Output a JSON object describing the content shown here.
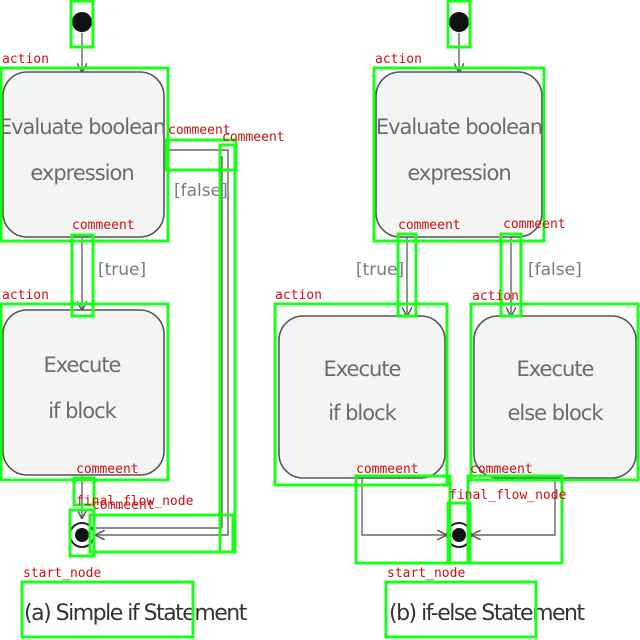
{
  "diagrams": [
    {
      "caption": "(a) Simple if Statement",
      "actions": [
        "Evaluate boolean expression",
        "Execute if block"
      ],
      "guards": {
        "true": "[true]",
        "false": "[false]"
      }
    },
    {
      "caption": "(b) if-else Statement",
      "actions": [
        "Evaluate boolean expression",
        "Execute if block",
        "Execute else block"
      ],
      "guards": {
        "true": "[true]",
        "false": "[false]"
      }
    }
  ],
  "text": {
    "a_eval_l1": "Evaluate boolean",
    "a_eval_l2": "expression",
    "a_exec_l1": "Execute",
    "a_exec_l2": "if block",
    "a_true": "[true]",
    "a_false": "[false]",
    "a_caption": "(a) Simple if Statement",
    "b_eval_l1": "Evaluate boolean",
    "b_eval_l2": "expression",
    "b_if_l1": "Execute",
    "b_if_l2": "if block",
    "b_else_l1": "Execute",
    "b_else_l2": "else block",
    "b_true": "[true]",
    "b_false": "[false]",
    "b_caption": "(b) if-else Statement"
  },
  "annotations": {
    "action": "action",
    "comment": "commeent",
    "final_flow_node": "final_flow_node",
    "start_node": "start_node"
  },
  "colors": {
    "annotation_box": "#1aff1a",
    "annotation_label": "#cc1111"
  }
}
